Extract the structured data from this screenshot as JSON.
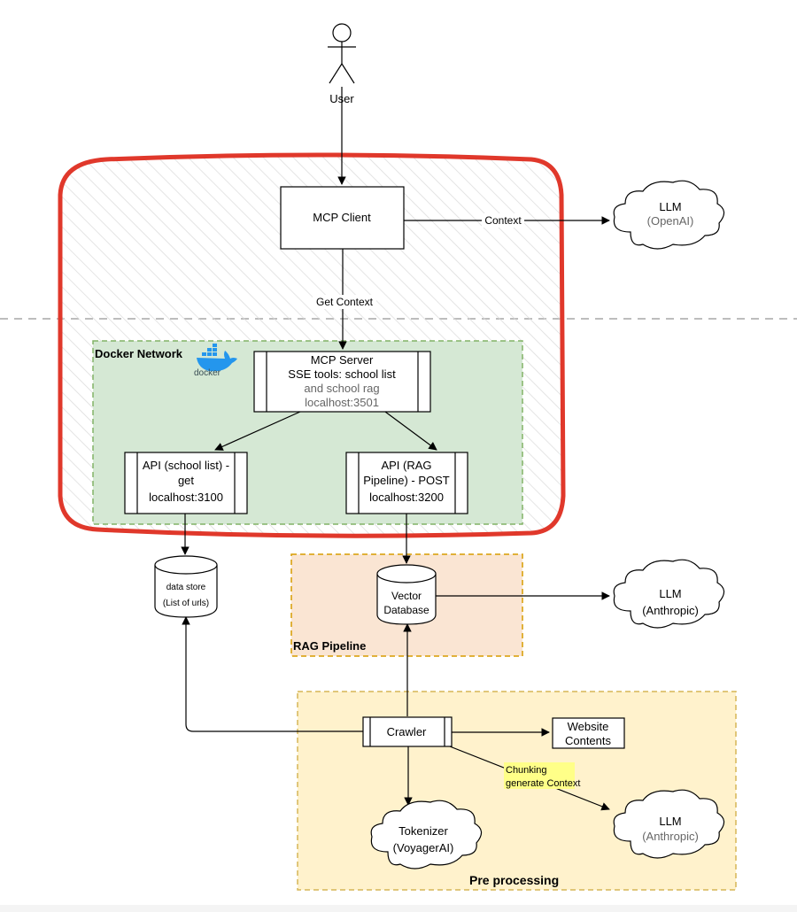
{
  "nodes": {
    "user": {
      "label": "User"
    },
    "mcp_client": {
      "label": "MCP Client"
    },
    "llm_openai": {
      "line1": "LLM",
      "line2": "(OpenAI)"
    },
    "mcp_server": {
      "line1": "MCP Server",
      "line2": "SSE tools: school list",
      "line3": "and school rag",
      "line4": "localhost:3501"
    },
    "api_school_list": {
      "line1": "API (school list) -",
      "line2": "get",
      "line3": "localhost:3100"
    },
    "api_rag": {
      "line1": "API (RAG",
      "line2": "Pipeline) - POST",
      "line3": "localhost:3200"
    },
    "data_store": {
      "line1": "data store",
      "line2": "(List of urls)"
    },
    "vector_db": {
      "line1": "Vector",
      "line2": "Database"
    },
    "llm_anthropic_1": {
      "line1": "LLM",
      "line2": "(Anthropic)"
    },
    "crawler": {
      "label": "Crawler"
    },
    "website_contents": {
      "line1": "Website",
      "line2": "Contents"
    },
    "tokenizer": {
      "line1": "Tokenizer",
      "line2": "(VoyagerAI)"
    },
    "llm_anthropic_2": {
      "line1": "LLM",
      "line2": "(Anthropic)"
    }
  },
  "groups": {
    "docker_network": {
      "label": "Docker Network",
      "logo_text": "docker"
    },
    "rag_pipeline": {
      "label": "RAG Pipeline"
    },
    "pre_processing": {
      "label": "Pre processing"
    }
  },
  "edges": {
    "context": "Context",
    "get_context": "Get Context",
    "chunking_line1": "Chunking",
    "chunking_line2": "generate Context"
  },
  "colors": {
    "docker_fill": "#d5e8d4",
    "docker_stroke": "#82b366",
    "rag_fill": "#fae5d3",
    "rag_stroke": "#d79b00",
    "pre_fill": "#fff2cc",
    "pre_stroke": "#d6b656",
    "highlight_stroke": "#e0382b",
    "chunking_highlight": "#ffff88",
    "docker_blue": "#2496ed"
  }
}
